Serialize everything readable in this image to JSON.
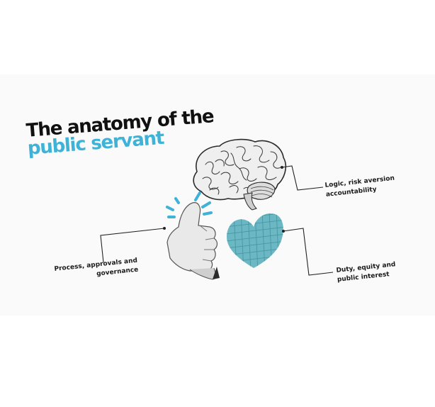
{
  "title": {
    "line1": "The anatomy of the",
    "line2": "public servant"
  },
  "labels": {
    "brain": {
      "line1": "Logic, risk aversion",
      "line2": "accountability"
    },
    "hand": {
      "line1": "Process, approvals and",
      "line2": "governance"
    },
    "heart": {
      "line1": "Duty, equity and",
      "line2": "public interest"
    }
  },
  "illustrations": {
    "brain": "brain-icon",
    "hand": "thumbs-up-icon",
    "heart": "heart-icon"
  },
  "colors": {
    "accent": "#3fb2d8",
    "heart": "#6bb8c4",
    "text": "#111111"
  }
}
